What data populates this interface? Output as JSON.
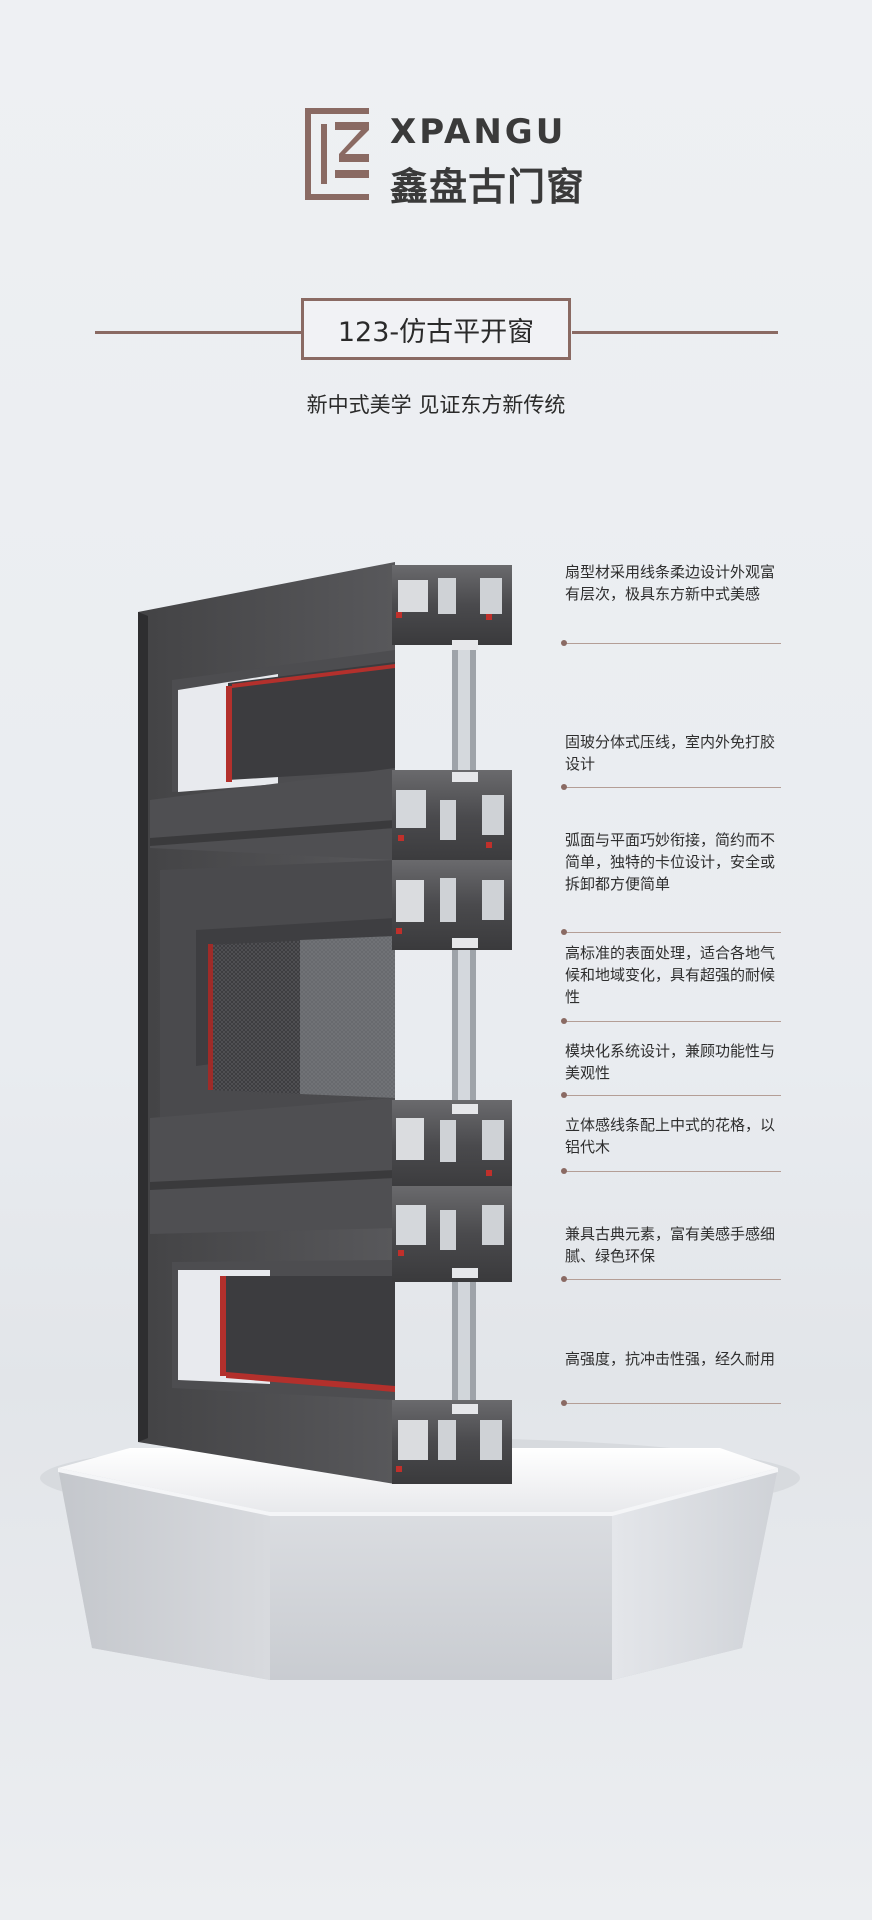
{
  "brand": {
    "name_en": "XPANGU",
    "name_cn": "鑫盘古门窗",
    "color": "#8a6a63"
  },
  "title": "123-仿古平开窗",
  "subtitle": "新中式美学   见证东方新传统",
  "features": [
    {
      "text": "扇型材采用线条柔边设计外观富有层次，极具东方新中式美感"
    },
    {
      "text": "固玻分体式压线，室内外免打胶设计"
    },
    {
      "text": "弧面与平面巧妙衔接，简约而不简单，独特的卡位设计，安全或拆卸都方便简单"
    },
    {
      "text": "高标准的表面处理，适合各地气候和地域变化，具有超强的耐候性"
    },
    {
      "text": "模块化系统设计，兼顾功能性与美观性"
    },
    {
      "text": "立体感线条配上中式的花格，以铝代木"
    },
    {
      "text": "兼具古典元素，富有美感手感细腻、绿色环保"
    },
    {
      "text": "高强度，抗冲击性强，经久耐用"
    }
  ]
}
